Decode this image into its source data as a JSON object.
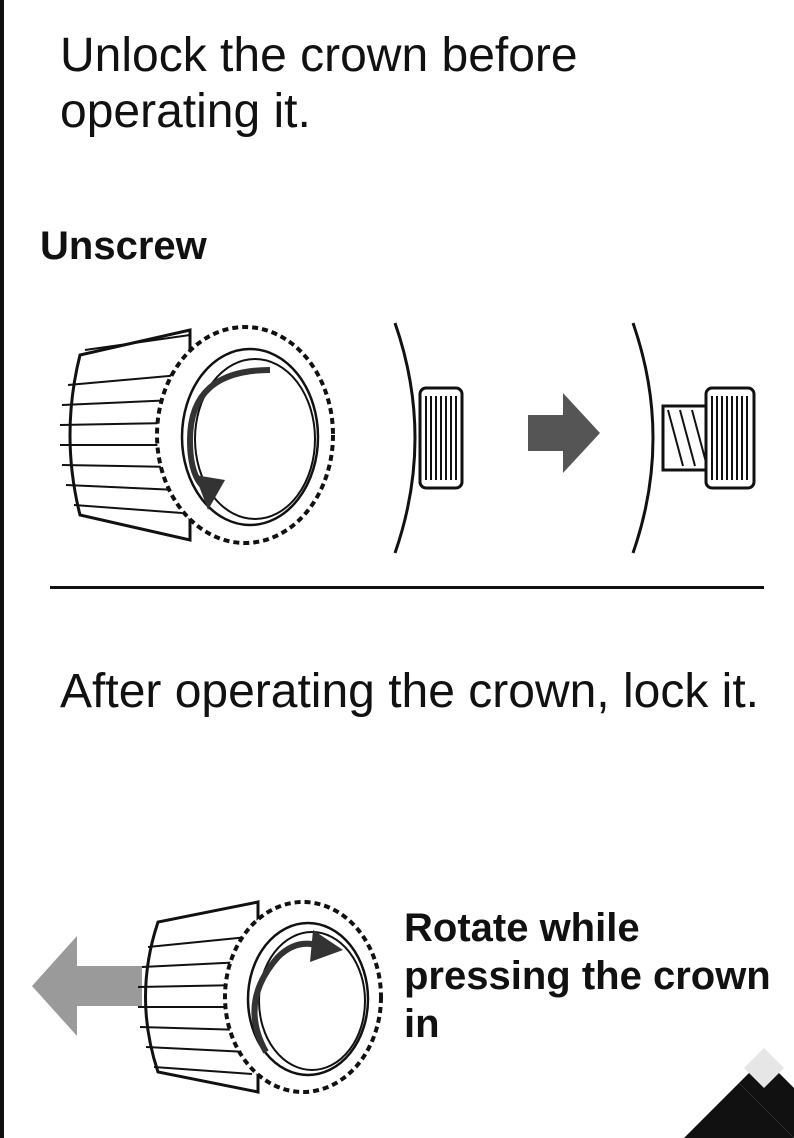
{
  "section_unlock": {
    "instruction": "Unlock the crown before operating it.",
    "label": "Unscrew"
  },
  "section_lock": {
    "instruction": "After operating the crown, lock it.",
    "label": "Rotate while pressing the crown in"
  },
  "colors": {
    "ink": "#111111",
    "arrow_dark": "#555555",
    "arrow_light": "#9a9a9a"
  },
  "icons": [
    "crown-unscrew-illustration",
    "crown-side-closed",
    "right-arrow",
    "crown-side-extended",
    "push-left-arrow",
    "crown-lock-illustration",
    "corner-badge"
  ]
}
